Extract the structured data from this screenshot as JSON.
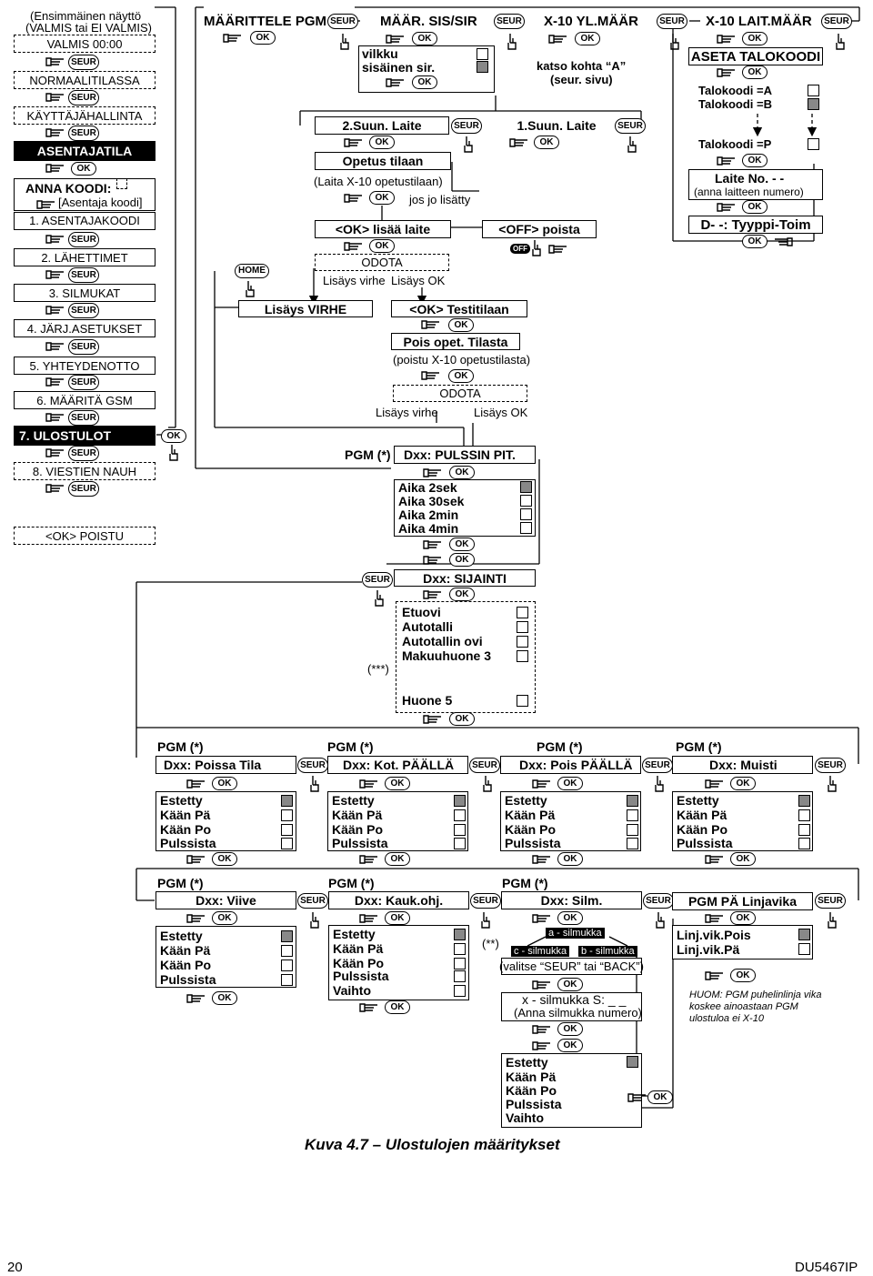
{
  "left_menu": {
    "header_line1": "(Ensimmäinen  näyttö",
    "header_line2": "(VALMIS tai EI VALMIS)",
    "items": [
      "VALMIS 00:00",
      "NORMAALITILASSA",
      "KÄYTTÄJÄHALLINTA",
      "ASENTAJATILA",
      "ANNA KOODI:",
      "[Asentaja koodi]",
      "1. ASENTAJAKOODI",
      "2. LÄHETTIMET",
      "3. SILMUKAT",
      "4. JÄRJ.ASETUKSET",
      "5. YHTEYDENOTTO",
      "6. MÄÄRITÄ GSM",
      "7. ULOSTULOT",
      "8. VIESTIEN NAUH",
      "<OK> POISTU"
    ]
  },
  "buttons": {
    "ok": "OK",
    "seur": "SEUR",
    "home": "HOME",
    "off": "OFF"
  },
  "top_menu": {
    "maarittele": "MÄÄRITTELE PGM",
    "maar_sis": "MÄÄR. SIS/SIR",
    "vilkku": "vilkku",
    "sisainen": "sisäinen sir.",
    "x10_yl": "X-10 YL.MÄÄR",
    "katso1": "katso kohta “A”",
    "katso2": "(seur. sivu)",
    "x10_lait": "X-10 LAIT.MÄÄR",
    "aseta": "ASETA TALOKOODI",
    "talo_a": "Talokoodi =A",
    "talo_b": "Talokoodi =B",
    "talo_p": "Talokoodi =P",
    "laite_no": "Laite No.   - -",
    "anna_laitteen": "(anna laitteen numero)",
    "tyyppi": "D- -: Tyyppi-Toim"
  },
  "x10_flow": {
    "suun2": "2.Suun. Laite",
    "suun1": "1.Suun. Laite",
    "opetus": "Opetus tilaan",
    "laita": "(Laita X-10 opetustilaan)",
    "jos": "jos jo lisätty",
    "lisaa": "<OK> lisää laite",
    "poista": "<OFF> poista",
    "odota1": "ODOTA",
    "virhe_small1": "Lisäys virhe",
    "ok_small1": "Lisäys OK",
    "virhe_big": "Lisäys VIRHE",
    "testi": "<OK> Testitilaan",
    "pois_opet": "Pois opet. Tilasta",
    "poistu": "(poistu X-10 opetustilasta)",
    "odota2": "ODOTA",
    "virhe_small2": "Lisäys virhe",
    "ok_small2": "Lisäys OK"
  },
  "pulse": {
    "pgm": "PGM (*)",
    "title": "Dxx: PULSSIN PIT.",
    "options": [
      "Aika 2sek",
      "Aika 30sek",
      "Aika 2min",
      "Aika 4min"
    ]
  },
  "location": {
    "title": "Dxx: SIJAINTI",
    "options": [
      "Etuovi",
      "Autotalli",
      "Autotallin ovi",
      "Makuuhuone 3"
    ],
    "last": "Huone 5",
    "note": "(***)"
  },
  "row1": [
    {
      "pgm": "PGM (*)",
      "title": "Dxx: Poissa Tila"
    },
    {
      "pgm": "PGM (*)",
      "title": "Dxx: Kot. PÄÄLLÄ"
    },
    {
      "pgm": "PGM (*)",
      "title": "Dxx: Pois PÄÄLLÄ"
    },
    {
      "pgm": "PGM (*)",
      "title": "Dxx: Muisti"
    }
  ],
  "opt4": [
    "Estetty",
    "Kään Pä",
    "Kään Po",
    "Pulssista"
  ],
  "row2": {
    "viive_pgm": "PGM (*)",
    "viive": "Dxx: Viive",
    "kauk_pgm": "PGM (*)",
    "kauk": "Dxx: Kauk.ohj.",
    "kauk_opts": [
      "Estetty",
      "Kään Pä",
      "Kään Po",
      "Pulssista",
      "Vaihto"
    ],
    "kauk_note": "(**)",
    "silm_pgm": "PGM (*)",
    "silm": "Dxx: Silm.",
    "a_silm": "a - silmukka",
    "c_silm": "c - silmukka",
    "b_silm": "b - silmukka",
    "valitse": "(valitse “SEUR” tai “BACK”)",
    "x_silm": "x - silmukka   S: _ _",
    "anna_silm": "(Anna silmukka numero)",
    "silm_opts": [
      "Estetty",
      "Kään Pä",
      "Kään Po",
      "Pulssista",
      "Vaihto"
    ],
    "linjavika": "PGM PÄ Linjavika",
    "linj_pois": "Linj.vik.Pois",
    "linj_pa": "Linj.vik.Pä",
    "huom": "HUOM: PGM puhelinlinja vika",
    "huom2": "koskee  ainoastaan  PGM",
    "huom3": "ulostuloa ei X-10"
  },
  "caption": "Kuva 4.7 – Ulostulojen määritykset",
  "footer": {
    "page": "20",
    "doc": "DU5467IP"
  }
}
